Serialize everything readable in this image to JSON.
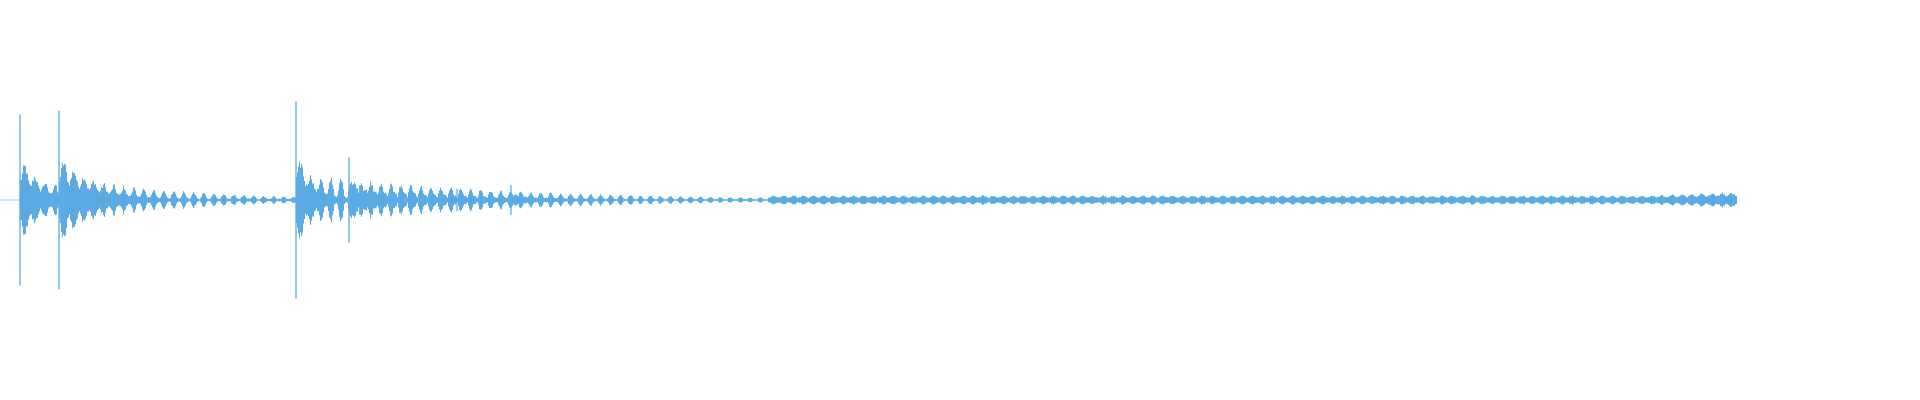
{
  "waveform": {
    "color": "#5aabe3",
    "background": "#ffffff",
    "duration_fraction": 0.9045,
    "onsets": [
      {
        "t": 0.0103,
        "peak": 0.46,
        "decay": 0.014,
        "sustain": 0.05
      },
      {
        "t": 0.0305,
        "peak": 0.48,
        "decay": 0.022,
        "sustain": 0.06
      },
      {
        "t": 0.154,
        "peak": 0.53,
        "decay": 0.011,
        "sustain": 0.1
      },
      {
        "t": 0.182,
        "peak": 0.23,
        "decay": 0.013,
        "sustain": 0.06
      },
      {
        "t": 0.238,
        "peak": 0.06,
        "decay": 0.003,
        "sustain": 0.03
      },
      {
        "t": 0.266,
        "peak": 0.08,
        "decay": 0.01,
        "sustain": 0.03
      }
    ],
    "pulse_period": 0.0052,
    "tail_level": 0.022,
    "quiet_gap": [
      0.068,
      0.152
    ],
    "tail_start": 0.4,
    "tail_end": 0.9045,
    "end_swell": [
      0.86,
      0.9045
    ]
  }
}
